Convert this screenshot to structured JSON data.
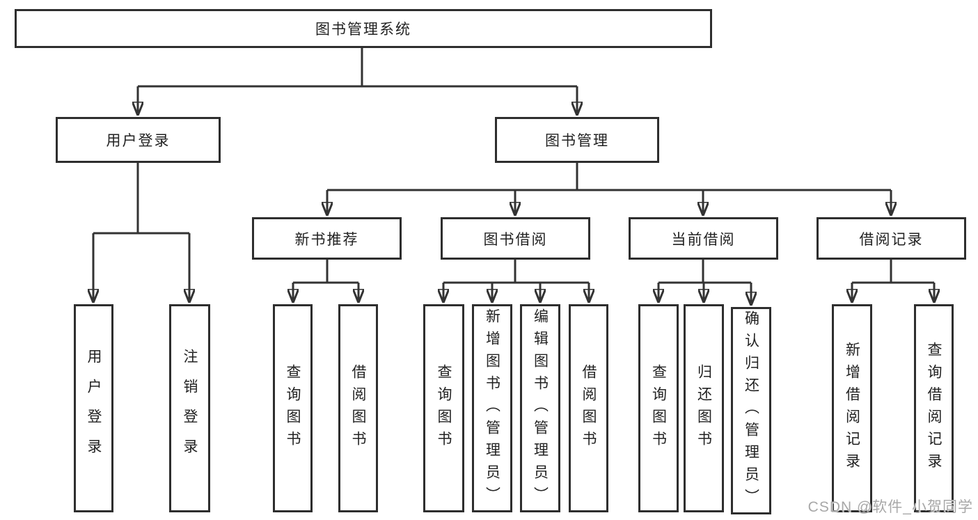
{
  "diagram_title": "图书管理系统",
  "tree": {
    "root": {
      "label": "图书管理系统"
    },
    "branches": [
      {
        "label": "用户登录",
        "children": [
          {
            "label": "用户登录"
          },
          {
            "label": "注销登录"
          }
        ]
      },
      {
        "label": "图书管理",
        "children": [
          {
            "label": "新书推荐",
            "children": [
              {
                "label": "查询图书"
              },
              {
                "label": "借阅图书"
              }
            ]
          },
          {
            "label": "图书借阅",
            "children": [
              {
                "label": "查询图书"
              },
              {
                "label": "新增图书（管理员）"
              },
              {
                "label": "编辑图书（管理员）"
              },
              {
                "label": "借阅图书"
              }
            ]
          },
          {
            "label": "当前借阅",
            "children": [
              {
                "label": "查询图书"
              },
              {
                "label": "归还图书"
              },
              {
                "label": "确认归还（管理员）"
              }
            ]
          },
          {
            "label": "借阅记录",
            "children": [
              {
                "label": "新增借阅记录"
              },
              {
                "label": "查询借阅记录"
              }
            ]
          }
        ]
      }
    ]
  },
  "watermark": "CSDN @软件_小贺同学",
  "colors": {
    "line": "#333333",
    "box_border": "#2e2e2e",
    "background": "#ffffff",
    "text": "#222222",
    "watermark": "#a8a8a8"
  }
}
